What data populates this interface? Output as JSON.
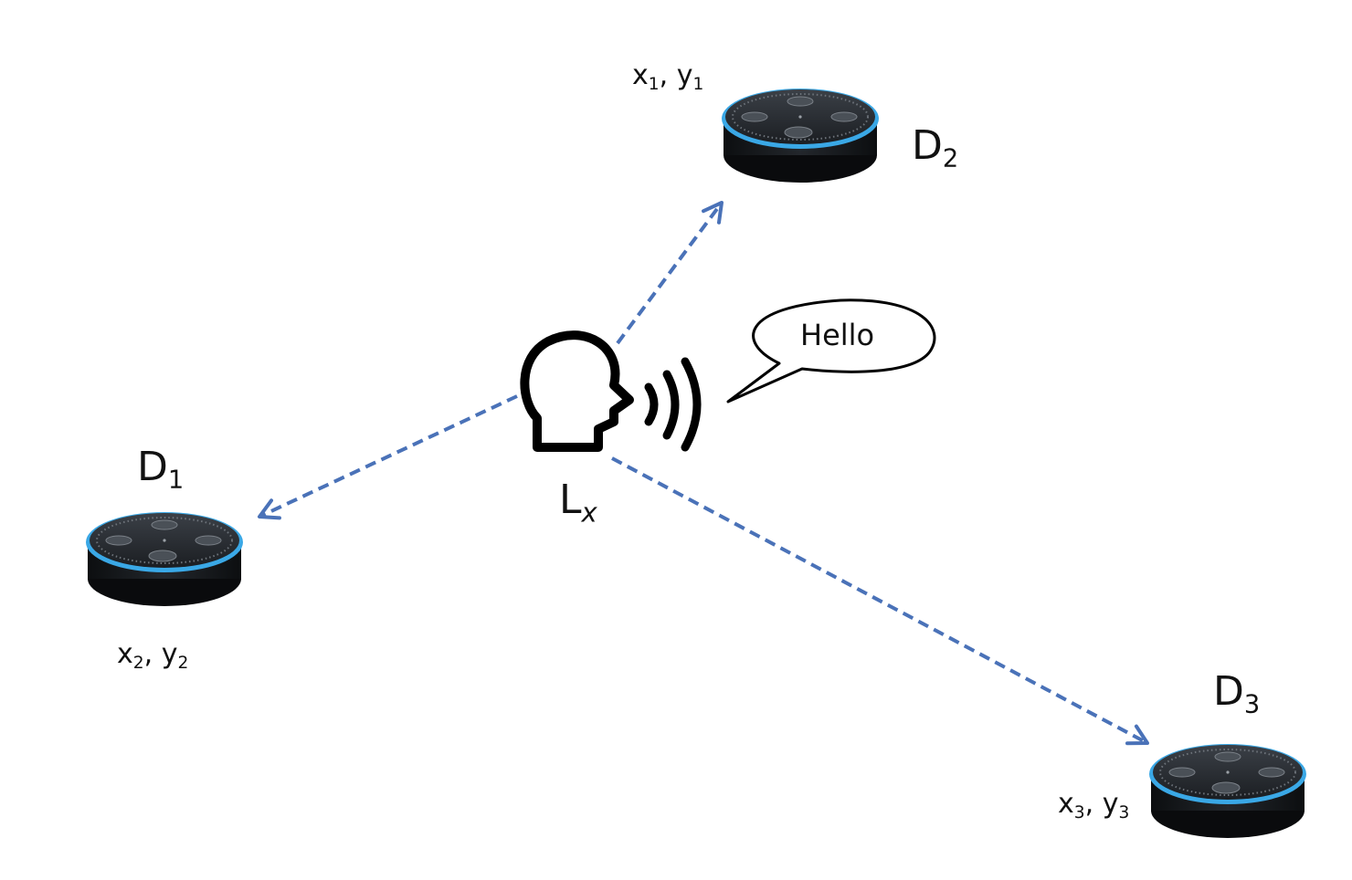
{
  "speaker": {
    "icon": "speaking-head-icon",
    "label": {
      "main": "L",
      "sub": "x"
    }
  },
  "speech_bubble": {
    "text": "Hello"
  },
  "devices": [
    {
      "id": "d1",
      "icon": "smart-speaker-icon",
      "name": {
        "main": "D",
        "sub": "1"
      },
      "coords": {
        "x_main": "x",
        "x_sub": "2",
        "sep": ", ",
        "y_main": "y",
        "y_sub": "2"
      }
    },
    {
      "id": "d2",
      "icon": "smart-speaker-icon",
      "name": {
        "main": "D",
        "sub": "2"
      },
      "coords": {
        "x_main": "x",
        "x_sub": "1",
        "sep": ", ",
        "y_main": "y",
        "y_sub": "1"
      }
    },
    {
      "id": "d3",
      "icon": "smart-speaker-icon",
      "name": {
        "main": "D",
        "sub": "3"
      },
      "coords": {
        "x_main": "x",
        "x_sub": "3",
        "sep": ", ",
        "y_main": "y",
        "y_sub": "3"
      }
    }
  ],
  "colors": {
    "arrow": "#4a72b8",
    "device_body": "#15181c",
    "device_ring": "#3aa8e6",
    "outline": "#000000"
  }
}
